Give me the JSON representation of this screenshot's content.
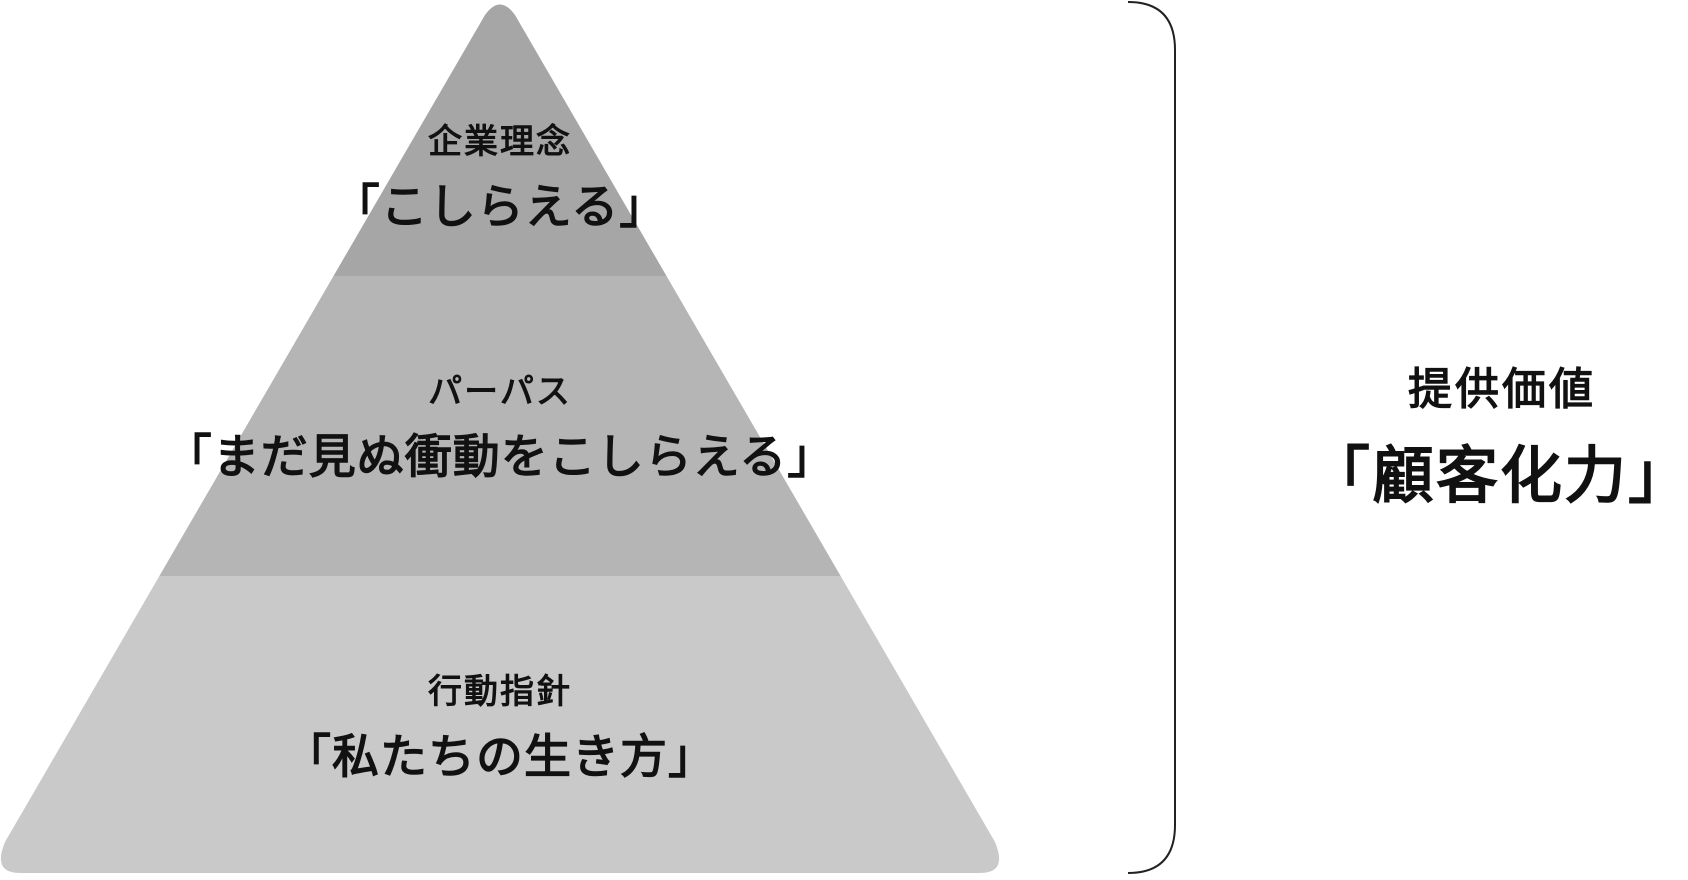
{
  "colors": {
    "tier_top": "#a6a6a6",
    "tier_middle": "#b5b5b5",
    "tier_bottom": "#c9c9c9",
    "bracket": "#222222",
    "text": "#111111"
  },
  "tiers": [
    {
      "label": "企業理念",
      "value": "「こしらえる」"
    },
    {
      "label": "パーパス",
      "value": "「まだ見ぬ衝動をこしらえる」"
    },
    {
      "label": "行動指針",
      "value": "「私たちの生き方」"
    }
  ],
  "side": {
    "label": "提供価値",
    "value": "「顧客化力」"
  }
}
